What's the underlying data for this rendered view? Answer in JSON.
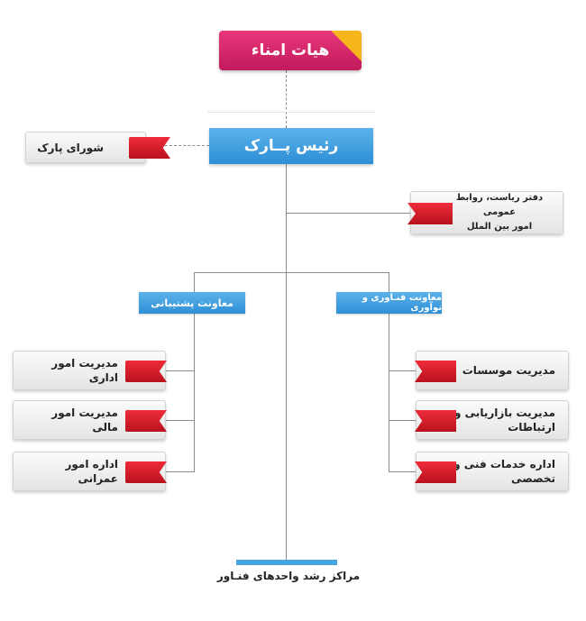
{
  "board": "هیات امناء",
  "head": "رئیس پــارک",
  "council": "شورای پارک",
  "office": {
    "line1": "دفتر ریاست، روابط عمومی",
    "line2": "امور بین الملل"
  },
  "deputies": {
    "support": "معاونت پشتیبانی",
    "tech": "معاونت فنـاوری و نوآوری"
  },
  "support_units": [
    "مدیریت امور اداری",
    "مدیریت امور مالی",
    "اداره امور عمرانی"
  ],
  "tech_units": [
    {
      "line1": "مدیریت موسسات",
      "line2": ""
    },
    {
      "line1": "مدیریت بازاریابی و",
      "line2": "ارتباطات"
    },
    {
      "line1": "اداره خدمات فنی و",
      "line2": "تخصصی"
    }
  ],
  "incubators": "مراکز رشد واحدهای فنـاور",
  "colors": {
    "board": "#d6246b",
    "blue": "#3a9de0",
    "red": "#d41a28",
    "gold": "#f6b51b"
  }
}
